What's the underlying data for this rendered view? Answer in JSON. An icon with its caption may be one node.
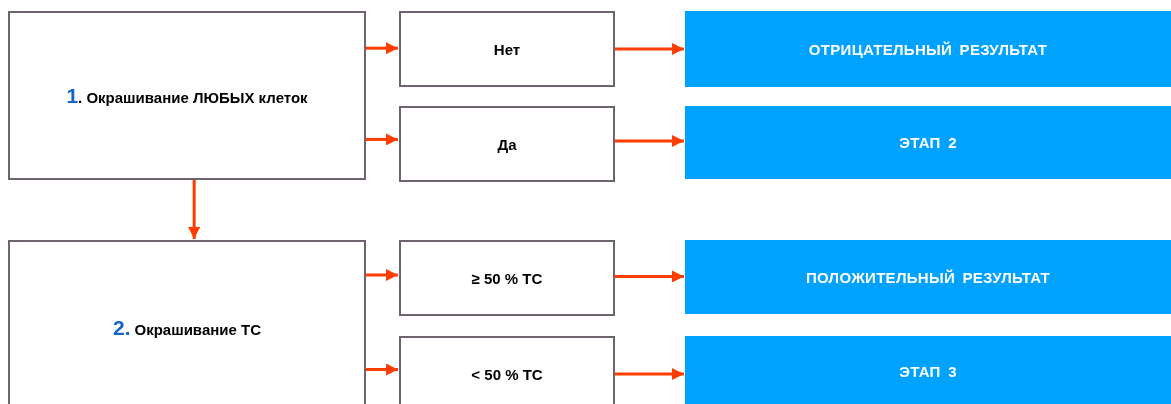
{
  "diagram": {
    "nodes": [
      {
        "text": [
          "1",
          ". Окрашивание ЛЮБЫХ клеток"
        ]
      },
      {
        "text": [
          "Нет"
        ]
      },
      {
        "text": [
          "ОТРИЦАТЕЛЬНЫЙ РЕЗУЛЬТАТ"
        ]
      },
      {
        "text": [
          "Да"
        ]
      },
      {
        "text": [
          "ЭТАП 2"
        ]
      },
      {
        "text": [
          "2.",
          "Окрашивание ТС"
        ]
      },
      {
        "text": [
          "≥ 50 % ТС"
        ]
      },
      {
        "text": [
          "ПОЛОЖИТЕЛЬНЫЙ РЕЗУЛЬТАТ"
        ]
      },
      {
        "text": [
          "< 50 % ТС"
        ]
      },
      {
        "text": [
          "ЭТАП 3"
        ]
      }
    ],
    "edges": [
      {
        "from": 0,
        "to": 1,
        "arrow": "to"
      },
      {
        "from": 0,
        "to": 3,
        "arrow": "to"
      },
      {
        "from": 1,
        "to": 2,
        "arrow": "to"
      },
      {
        "from": 3,
        "to": 4,
        "arrow": "to"
      },
      {
        "from": 0,
        "to": 5,
        "arrow": "to"
      },
      {
        "from": 5,
        "to": 6,
        "arrow": "to"
      },
      {
        "from": 5,
        "to": 8,
        "arrow": "to"
      },
      {
        "from": 6,
        "to": 7,
        "arrow": "to"
      },
      {
        "from": 8,
        "to": 9,
        "arrow": "to"
      }
    ]
  }
}
